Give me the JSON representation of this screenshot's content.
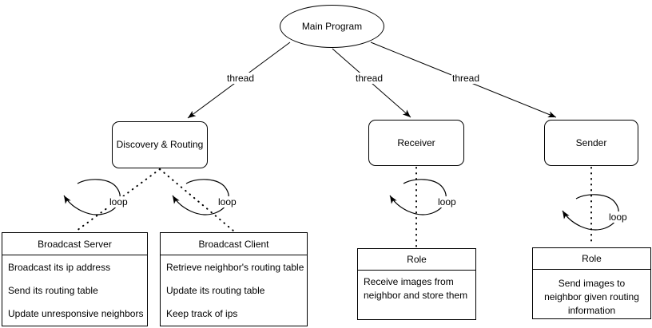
{
  "diagram": {
    "root_label": "Main Program",
    "thread_labels": [
      "thread",
      "thread",
      "thread"
    ],
    "loop_labels": [
      "loop",
      "loop",
      "loop",
      "loop"
    ],
    "nodes": [
      {
        "label": "Discovery & Routing"
      },
      {
        "label": "Receiver"
      },
      {
        "label": "Sender"
      }
    ],
    "tables": [
      {
        "title": "Broadcast Server",
        "rows": [
          "Broadcast its ip address",
          "Send its routing table",
          "Update unresponsive neighbors"
        ]
      },
      {
        "title": "Broadcast Client",
        "rows": [
          "Retrieve neighbor's routing table",
          "Update its routing table",
          "Keep track of ips"
        ]
      },
      {
        "title": "Role",
        "body": "Receive images from neighbor and store them"
      },
      {
        "title": "Role",
        "body": "Send images to neighbor given routing information"
      }
    ],
    "colors": {
      "stroke": "#000000",
      "fill": "#ffffff",
      "text": "#000000"
    }
  }
}
